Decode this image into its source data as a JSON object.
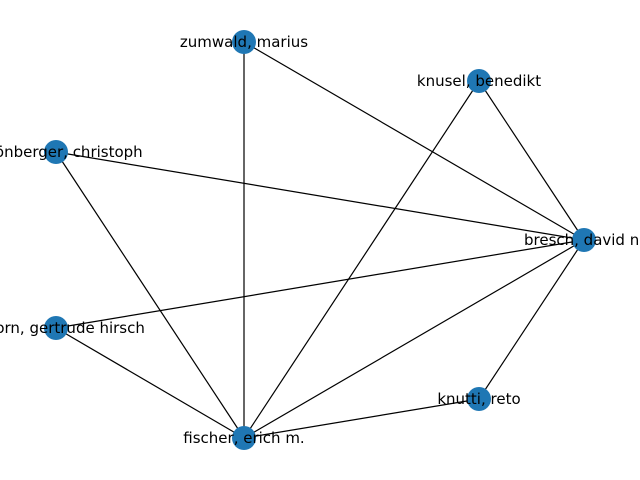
{
  "graph": {
    "node_color": "#1f77b4",
    "edge_color": "#000000",
    "nodes": [
      {
        "id": "zumwald",
        "label": "zumwald, marius"
      },
      {
        "id": "knusel",
        "label": "knusel, benedikt"
      },
      {
        "id": "schonberger",
        "label": "schönberger, christoph"
      },
      {
        "id": "bresch",
        "label": "bresch, david n."
      },
      {
        "id": "hirsch",
        "label": "hadorn, gertrude hirsch"
      },
      {
        "id": "knutti",
        "label": "knutti, reto"
      },
      {
        "id": "fischer",
        "label": "fischer, erich m."
      }
    ],
    "edges": [
      [
        "zumwald",
        "bresch"
      ],
      [
        "zumwald",
        "fischer"
      ],
      [
        "knusel",
        "bresch"
      ],
      [
        "knusel",
        "fischer"
      ],
      [
        "schonberger",
        "bresch"
      ],
      [
        "schonberger",
        "fischer"
      ],
      [
        "hirsch",
        "bresch"
      ],
      [
        "hirsch",
        "fischer"
      ],
      [
        "bresch",
        "fischer"
      ],
      [
        "bresch",
        "knutti"
      ],
      [
        "knutti",
        "fischer"
      ]
    ]
  }
}
